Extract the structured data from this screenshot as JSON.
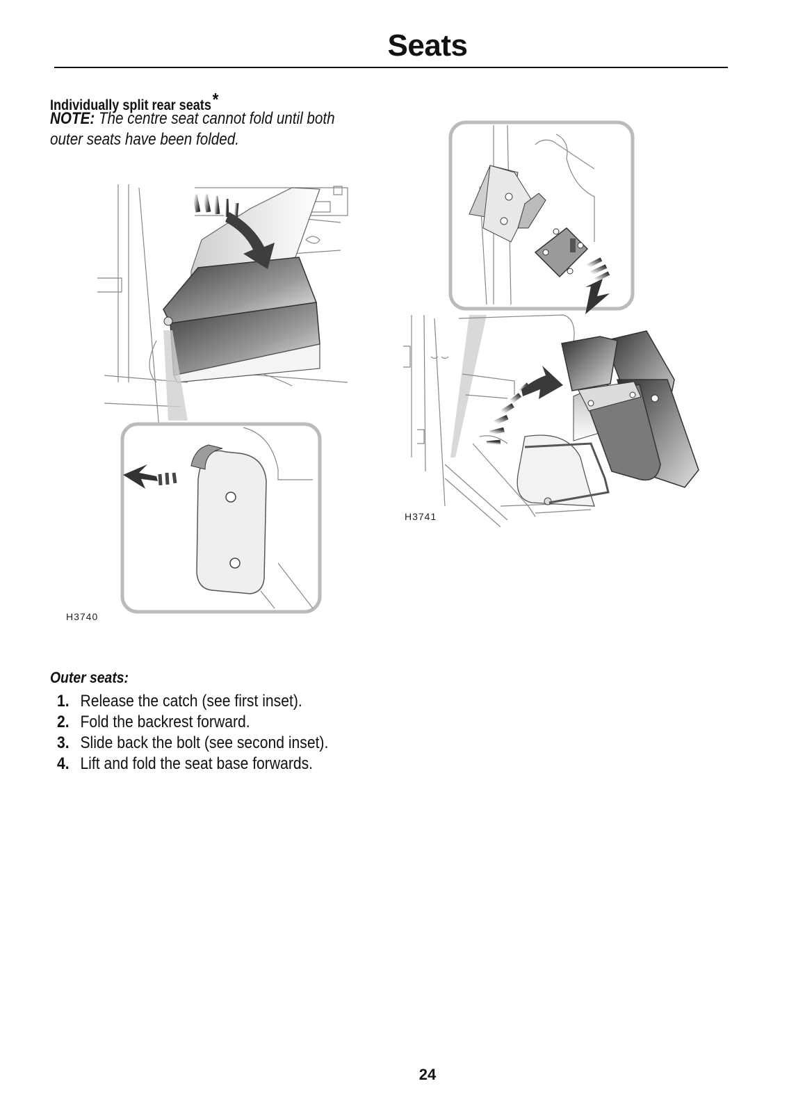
{
  "header": {
    "title": "Seats"
  },
  "section": {
    "heading": "Individually split rear seats",
    "heading_marker": "*",
    "note_label": "NOTE:",
    "note_text": " The centre seat cannot fold until both outer seats have been folded."
  },
  "figures": [
    {
      "code": "H3740",
      "icon": "seat-backrest-fold-illustration"
    },
    {
      "code": "H3741",
      "icon": "seat-base-fold-illustration"
    }
  ],
  "instructions": {
    "heading": "Outer seats:",
    "steps": [
      {
        "num": "1.",
        "text": "Release the catch (see first inset)."
      },
      {
        "num": "2.",
        "text": "Fold the backrest forward."
      },
      {
        "num": "3.",
        "text": "Slide back the bolt (see second inset)."
      },
      {
        "num": "4.",
        "text": "Lift and fold the seat base forwards."
      }
    ]
  },
  "footer": {
    "page_number": "24"
  }
}
